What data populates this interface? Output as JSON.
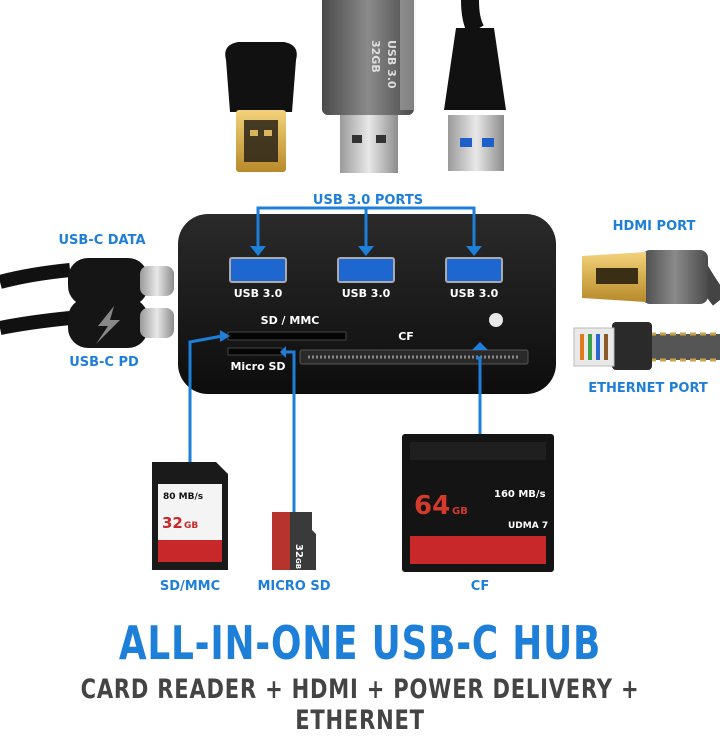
{
  "labels": {
    "usb30_ports": "USB 3.0 PORTS",
    "usb_c_data": "USB-C DATA",
    "usb_c_pd": "USB-C PD",
    "hdmi_port": "HDMI PORT",
    "ethernet_port": "ETHERNET PORT",
    "port_usb30": "USB 3.0",
    "slot_sd_mmc": "SD / MMC",
    "slot_micro_sd": "Micro SD",
    "slot_cf": "CF",
    "card_sd_mmc": "SD/MMC",
    "card_micro_sd": "MICRO SD",
    "card_cf": "CF"
  },
  "devices": {
    "flash_drive_capacity": "32GB",
    "flash_drive_type": "USB 3.0"
  },
  "cards": {
    "sd_speed": "80 MB/s",
    "sd_capacity": "32",
    "sd_unit": "GB",
    "micro_capacity": "32",
    "micro_unit": "GB",
    "cf_capacity": "64",
    "cf_unit": "GB",
    "cf_speed": "160 MB/s",
    "cf_udma": "UDMA 7"
  },
  "headline": "ALL-IN-ONE USB-C HUB",
  "subline": "CARD READER + HDMI + POWER DELIVERY + ETHERNET",
  "colors": {
    "accent_blue": "#1e7fd8",
    "hub_body": "#161616",
    "label_text": "#1e7fd8",
    "subline_text": "#444444",
    "card_red": "#c8282a"
  }
}
